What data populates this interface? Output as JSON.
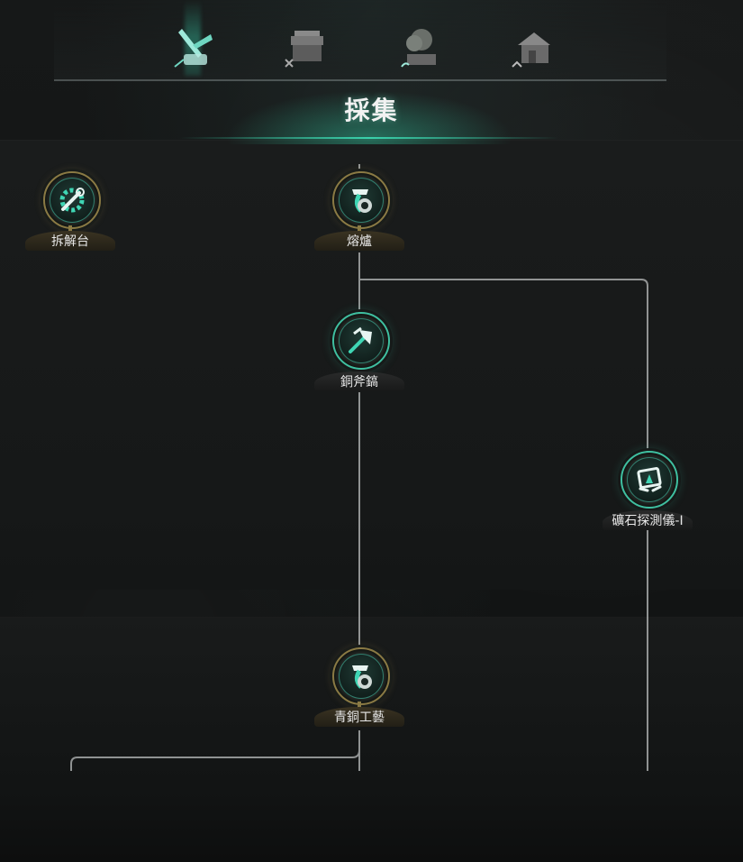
{
  "category_tabs": [
    {
      "id": "gathering",
      "icon": "gathering-tools-icon",
      "active": true
    },
    {
      "id": "crafting",
      "icon": "crafting-bench-icon",
      "active": false
    },
    {
      "id": "farming",
      "icon": "planter-icon",
      "active": false
    },
    {
      "id": "housing",
      "icon": "house-icon",
      "active": false
    }
  ],
  "page": {
    "title": "採集"
  },
  "nodes": {
    "disassembly": {
      "label": "拆解台",
      "icon": "wrench-gear-icon"
    },
    "furnace": {
      "label": "熔爐",
      "icon": "crucible-icon"
    },
    "copper_pickaxe": {
      "label": "銅斧鎬",
      "icon": "pickaxe-icon"
    },
    "ore_scanner": {
      "label": "礦石探測儀-I",
      "icon": "scanner-icon"
    },
    "bronze_craft": {
      "label": "青銅工藝",
      "icon": "crucible-icon"
    }
  },
  "colors": {
    "accent_teal": "#3fbfa0",
    "gold_trim": "#8a7a44",
    "connector": "#b9bcbc"
  }
}
